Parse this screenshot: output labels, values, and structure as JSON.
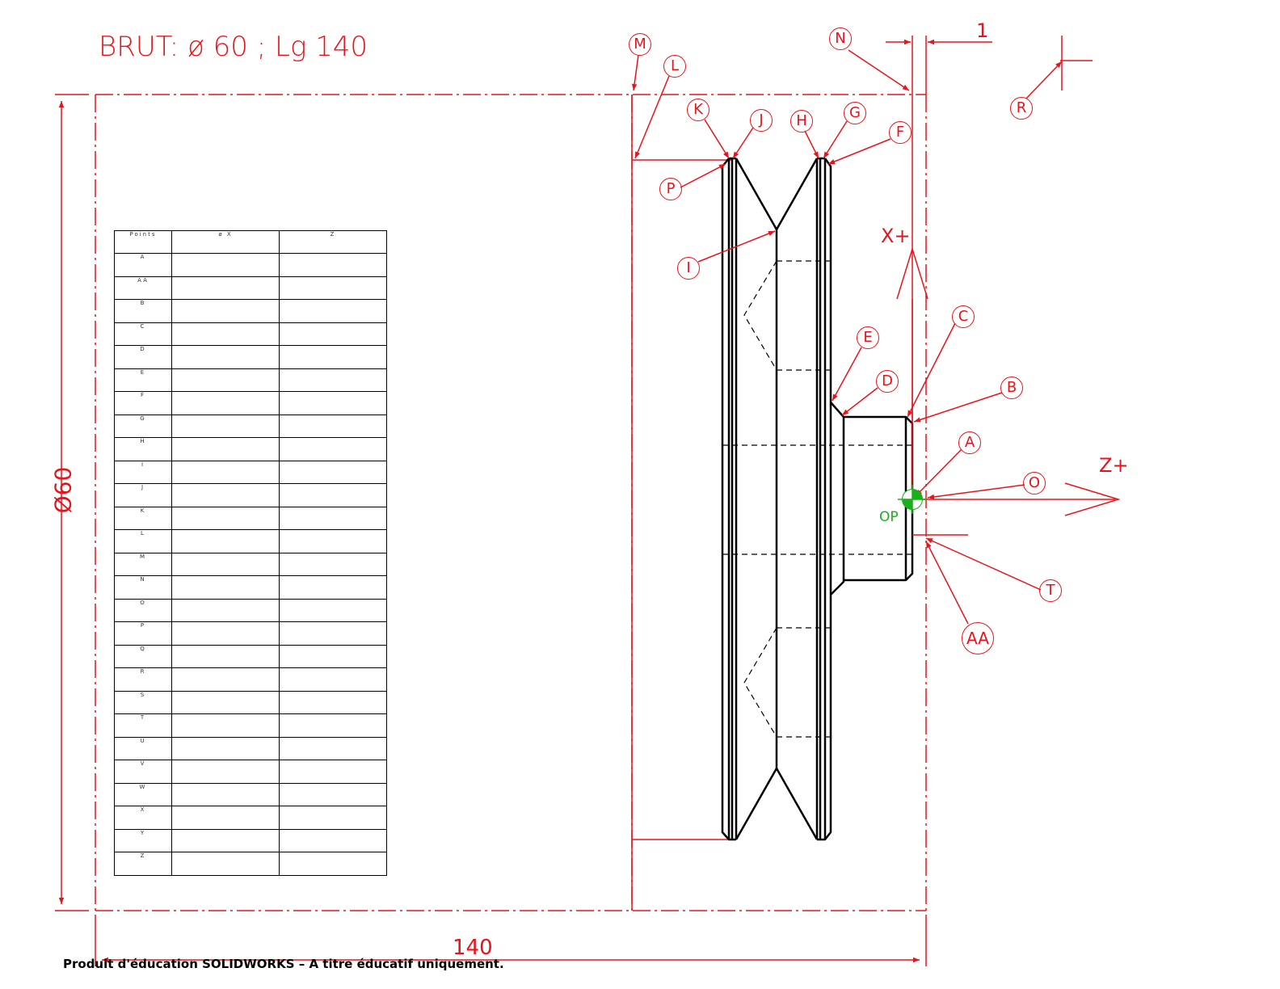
{
  "title": "BRUT: ø 60 ; Lg 140",
  "dimensions": {
    "diameter": "Ø60",
    "length": "140",
    "offset": "1"
  },
  "axes": {
    "x": "X+",
    "z": "Z+",
    "origin": "OP"
  },
  "watermark": "Produit d'éducation SOLIDWORKS – A titre éducatif uniquement.",
  "labels": [
    "M",
    "N",
    "L",
    "K",
    "J",
    "H",
    "G",
    "F",
    "R",
    "P",
    "I",
    "E",
    "D",
    "C",
    "B",
    "A",
    "O",
    "T",
    "AA"
  ],
  "table": {
    "headers": [
      "Points",
      "ø X",
      "Z"
    ],
    "rows": [
      "A",
      "AA",
      "B",
      "C",
      "D",
      "E",
      "F",
      "G",
      "H",
      "I",
      "J",
      "K",
      "L",
      "M",
      "N",
      "O",
      "P",
      "Q",
      "R",
      "S",
      "T",
      "U",
      "V",
      "W",
      "X",
      "Y",
      "Z"
    ]
  },
  "colors": {
    "annotation": "#e8141c",
    "origin": "#19b019",
    "geometry": "#000000"
  }
}
